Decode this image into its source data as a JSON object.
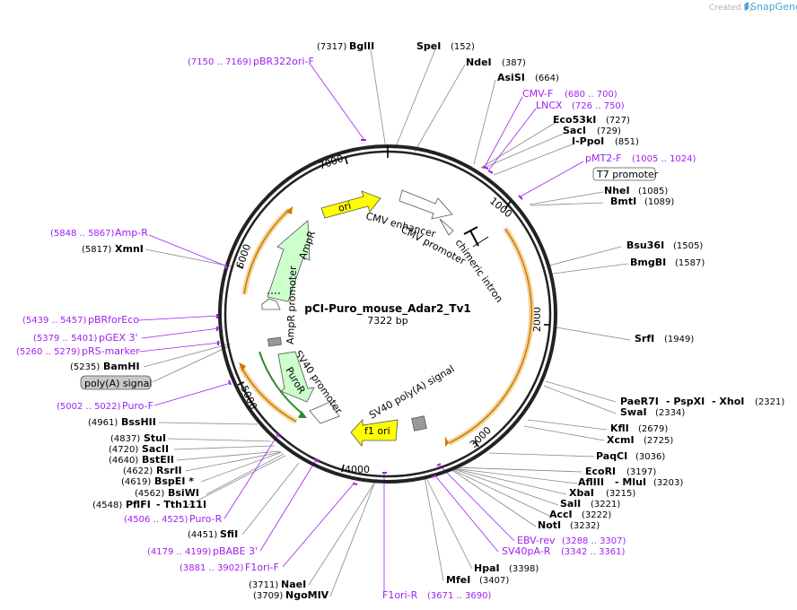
{
  "credit": {
    "created_by": "Created by",
    "brand": "SnapGene"
  },
  "plasmid": {
    "name": "pCI-Puro_mouse_Adar2_Tv1",
    "length_label": "7322 bp",
    "length": 7322
  },
  "ticks": [
    {
      "label": "1000",
      "bp": 1000
    },
    {
      "label": "2000",
      "bp": 2000
    },
    {
      "label": "3000",
      "bp": 3000
    },
    {
      "label": "4000",
      "bp": 4000
    },
    {
      "label": "5000",
      "bp": 5000
    },
    {
      "label": "6000",
      "bp": 6000
    },
    {
      "label": "7000",
      "bp": 7000
    }
  ],
  "features": [
    {
      "label": "ori",
      "kind": "arrow",
      "color": "#ffff00"
    },
    {
      "label": "CMV enhancer",
      "kind": "arrow",
      "color": "#ffffff"
    },
    {
      "label": "CMV promoter",
      "kind": "arrow",
      "color": "#ffffff"
    },
    {
      "label": "chimeric intron",
      "kind": "intron",
      "color": "#000000"
    },
    {
      "label": "AmpR",
      "kind": "arrow",
      "color": "#ccffcc"
    },
    {
      "label": "AmpR promoter",
      "kind": "arrow",
      "color": "#ffffff"
    },
    {
      "label": "SV40 promoter",
      "kind": "arrow",
      "color": "#ffffff"
    },
    {
      "label": "PuroR",
      "kind": "arrow",
      "color": "#ccffcc"
    },
    {
      "label": "SV40 poly(A) signal",
      "kind": "box",
      "color": "#999999"
    },
    {
      "label": "f1 ori",
      "kind": "arrow",
      "color": "#ffff00"
    },
    {
      "label": "T7 promoter",
      "kind": "callout"
    },
    {
      "label": "poly(A) signal",
      "kind": "callout"
    }
  ],
  "enzymes": [
    {
      "name": "BglII",
      "pos": "(7317)"
    },
    {
      "name": "SpeI",
      "pos": "(152)"
    },
    {
      "name": "NdeI",
      "pos": "(387)"
    },
    {
      "name": "AsiSI",
      "pos": "(664)"
    },
    {
      "name": "Eco53kI",
      "pos": "(727)"
    },
    {
      "name": "SacI",
      "pos": "(729)"
    },
    {
      "name": "I-PpoI",
      "pos": "(851)"
    },
    {
      "name": "NheI",
      "pos": "(1085)"
    },
    {
      "name": "BmtI",
      "pos": "(1089)"
    },
    {
      "name": "Bsu36I",
      "pos": "(1505)"
    },
    {
      "name": "BmgBI",
      "pos": "(1587)"
    },
    {
      "name": "SrfI",
      "pos": "(1949)"
    },
    {
      "name": "PaeR7I",
      "pos": ""
    },
    {
      "name": "- PspXI",
      "pos": ""
    },
    {
      "name": "- XhoI",
      "pos": "(2321)"
    },
    {
      "name": "SwaI",
      "pos": "(2334)"
    },
    {
      "name": "KflI",
      "pos": "(2679)"
    },
    {
      "name": "XcmI",
      "pos": "(2725)"
    },
    {
      "name": "PaqCI",
      "pos": "(3036)"
    },
    {
      "name": "EcoRI",
      "pos": "(3197)"
    },
    {
      "name": "AflIII",
      "pos": ""
    },
    {
      "name": "- MluI",
      "pos": "(3203)"
    },
    {
      "name": "XbaI",
      "pos": "(3215)"
    },
    {
      "name": "SalI",
      "pos": "(3221)"
    },
    {
      "name": "AccI",
      "pos": "(3222)"
    },
    {
      "name": "NotI",
      "pos": "(3232)"
    },
    {
      "name": "HpaI",
      "pos": "(3398)"
    },
    {
      "name": "MfeI",
      "pos": "(3407)"
    },
    {
      "name": "NaeI",
      "pos": "(3711)"
    },
    {
      "name": "NgoMIV",
      "pos": "(3709)"
    },
    {
      "name": "SfiI",
      "pos": "(4451)"
    },
    {
      "name": "PflFI",
      "pos": "(4548)"
    },
    {
      "name": "- Tth111I",
      "pos": ""
    },
    {
      "name": "BsiWI",
      "pos": "(4562)"
    },
    {
      "name": "BspEI *",
      "pos": "(4619)"
    },
    {
      "name": "RsrII",
      "pos": "(4622)"
    },
    {
      "name": "BstEII",
      "pos": "(4640)"
    },
    {
      "name": "SacII",
      "pos": "(4720)"
    },
    {
      "name": "StuI",
      "pos": "(4837)"
    },
    {
      "name": "BssHII",
      "pos": "(4961)"
    },
    {
      "name": "BamHI",
      "pos": "(5235)"
    },
    {
      "name": "XmnI",
      "pos": "(5817)"
    }
  ],
  "primers": [
    {
      "name": "pBR322ori-F",
      "range": "(7150 .. 7169)"
    },
    {
      "name": "CMV-F",
      "range": "(680 .. 700)"
    },
    {
      "name": "LNCX",
      "range": "(726 .. 750)"
    },
    {
      "name": "pMT2-F",
      "range": "(1005 .. 1024)"
    },
    {
      "name": "Amp-R",
      "range": "(5848 .. 5867)"
    },
    {
      "name": "pBRforEco",
      "range": "(5439 .. 5457)"
    },
    {
      "name": "pGEX 3'",
      "range": "(5379 .. 5401)"
    },
    {
      "name": "pRS-marker",
      "range": "(5260 .. 5279)"
    },
    {
      "name": "Puro-F",
      "range": "(5002 .. 5022)"
    },
    {
      "name": "Puro-R",
      "range": "(4506 .. 4525)"
    },
    {
      "name": "pBABE 3'",
      "range": "(4179 .. 4199)"
    },
    {
      "name": "F1ori-F",
      "range": "(3881 .. 3902)"
    },
    {
      "name": "F1ori-R",
      "range": "(3671 .. 3690)"
    },
    {
      "name": "EBV-rev",
      "range": "(3288 .. 3307)"
    },
    {
      "name": "SV40pA-R",
      "range": "(3342 .. 3361)"
    }
  ],
  "colors": {
    "primer": "#a020f0",
    "orf": "#f5a623",
    "backbone": "#222222",
    "leader": "#888888"
  }
}
